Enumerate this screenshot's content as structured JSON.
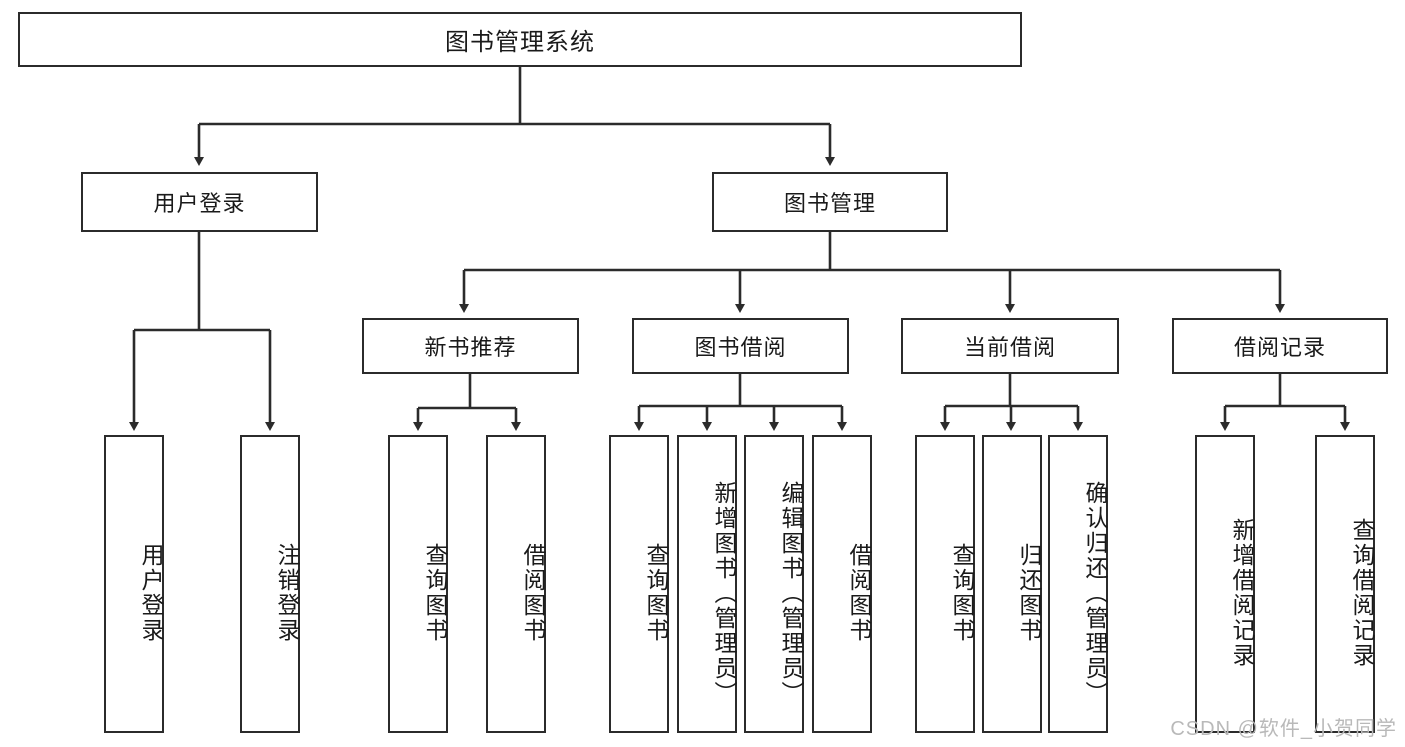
{
  "diagram": {
    "type": "tree-hierarchy",
    "title": "图书管理系统",
    "root": {
      "id": "root",
      "label": "图书管理系统"
    },
    "level2": [
      {
        "id": "user-login",
        "label": "用户登录"
      },
      {
        "id": "book-manage",
        "label": "图书管理"
      }
    ],
    "level3": [
      {
        "id": "new-book-recommend",
        "label": "新书推荐",
        "parent": "book-manage"
      },
      {
        "id": "book-borrow",
        "label": "图书借阅",
        "parent": "book-manage"
      },
      {
        "id": "current-borrow",
        "label": "当前借阅",
        "parent": "book-manage"
      },
      {
        "id": "borrow-record",
        "label": "借阅记录",
        "parent": "book-manage"
      }
    ],
    "leaves": [
      {
        "id": "leaf-user-login",
        "label": "用户登录",
        "parent": "user-login"
      },
      {
        "id": "leaf-logout-login",
        "label": "注销登录",
        "parent": "user-login"
      },
      {
        "id": "leaf-query-book-1",
        "label": "查询图书",
        "parent": "new-book-recommend"
      },
      {
        "id": "leaf-borrow-book-1",
        "label": "借阅图书",
        "parent": "new-book-recommend"
      },
      {
        "id": "leaf-query-book-2",
        "label": "查询图书",
        "parent": "book-borrow"
      },
      {
        "id": "leaf-add-book",
        "label": "新增图书（管理员）",
        "parent": "book-borrow"
      },
      {
        "id": "leaf-edit-book",
        "label": "编辑图书（管理员）",
        "parent": "book-borrow"
      },
      {
        "id": "leaf-borrow-book-2",
        "label": "借阅图书",
        "parent": "book-borrow"
      },
      {
        "id": "leaf-query-book-3",
        "label": "查询图书",
        "parent": "current-borrow"
      },
      {
        "id": "leaf-return-book",
        "label": "归还图书",
        "parent": "current-borrow"
      },
      {
        "id": "leaf-confirm-return",
        "label": "确认归还（管理员）",
        "parent": "current-borrow"
      },
      {
        "id": "leaf-add-record",
        "label": "新增借阅记录",
        "parent": "borrow-record"
      },
      {
        "id": "leaf-query-record",
        "label": "查询借阅记录",
        "parent": "borrow-record"
      }
    ],
    "colors": {
      "stroke": "#2b2b2b",
      "fill": "#ffffff",
      "text": "#1a1a1a",
      "watermark": "#b9b9b9"
    }
  },
  "watermark": {
    "text": "CSDN @软件_小贺同学"
  }
}
